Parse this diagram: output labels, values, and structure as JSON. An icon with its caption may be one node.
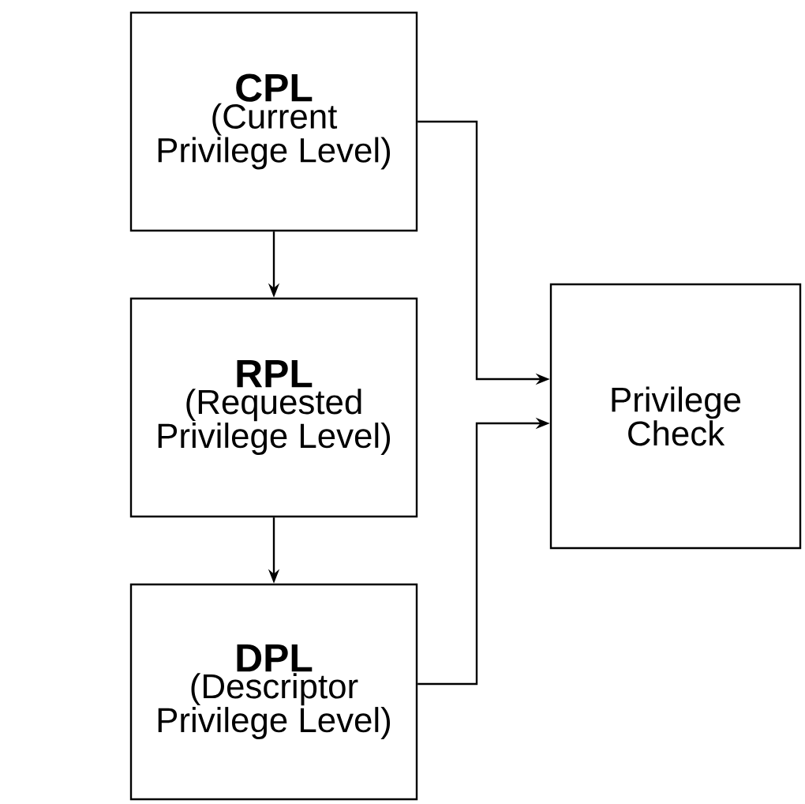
{
  "diagram": {
    "nodes": [
      {
        "text": [
          "CPL",
          "(Current Privilege Level)"
        ]
      },
      {
        "text": [
          "RPL",
          "(Requested Privilege Level)"
        ]
      },
      {
        "text": [
          "DPL",
          "(Descriptor Privilege Level)"
        ]
      },
      {
        "text": [
          "Privilege Check"
        ]
      }
    ],
    "edges": [
      {
        "from": 0,
        "to": 1,
        "arrow": "to"
      },
      {
        "from": 1,
        "to": 2,
        "arrow": "to"
      },
      {
        "from": 0,
        "to": 3,
        "arrow": "to"
      },
      {
        "from": 2,
        "to": 3,
        "arrow": "to"
      }
    ]
  }
}
